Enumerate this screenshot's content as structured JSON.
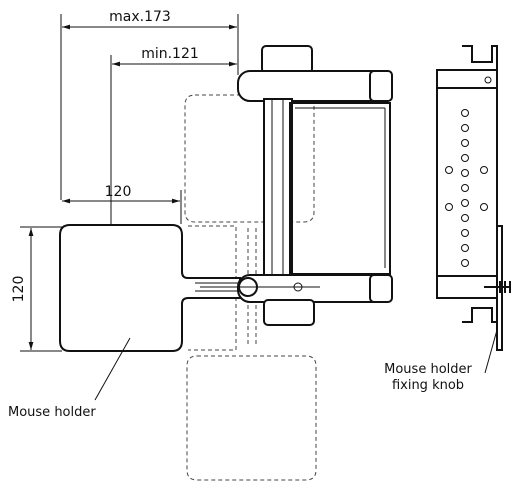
{
  "dimensions": {
    "max_label": "max.173",
    "min_label": "min.121",
    "width_label": "120",
    "height_label": "120"
  },
  "labels": {
    "mouse_holder": "Mouse holder",
    "knob_line1": "Mouse holder",
    "knob_line2": "fixing knob"
  },
  "colors": {
    "line": "#111111",
    "dashed": "#444444",
    "background": "#ffffff"
  }
}
